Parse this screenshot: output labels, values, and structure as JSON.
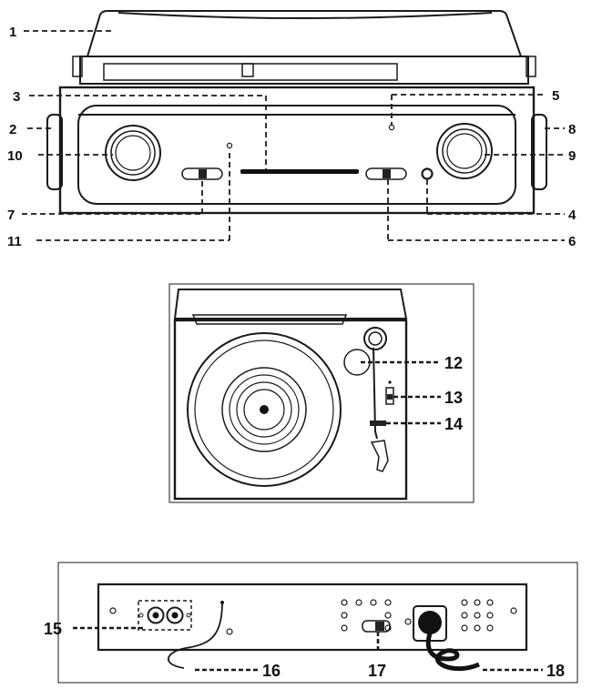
{
  "figure": {
    "callouts": {
      "c1": "1",
      "c2": "2",
      "c3": "3",
      "c4": "4",
      "c5": "5",
      "c6": "6",
      "c7": "7",
      "c8": "8",
      "c9": "9",
      "c10": "10",
      "c11": "11",
      "c12": "12",
      "c13": "13",
      "c14": "14",
      "c15": "15",
      "c16": "16",
      "c17": "17",
      "c18": "18"
    }
  }
}
